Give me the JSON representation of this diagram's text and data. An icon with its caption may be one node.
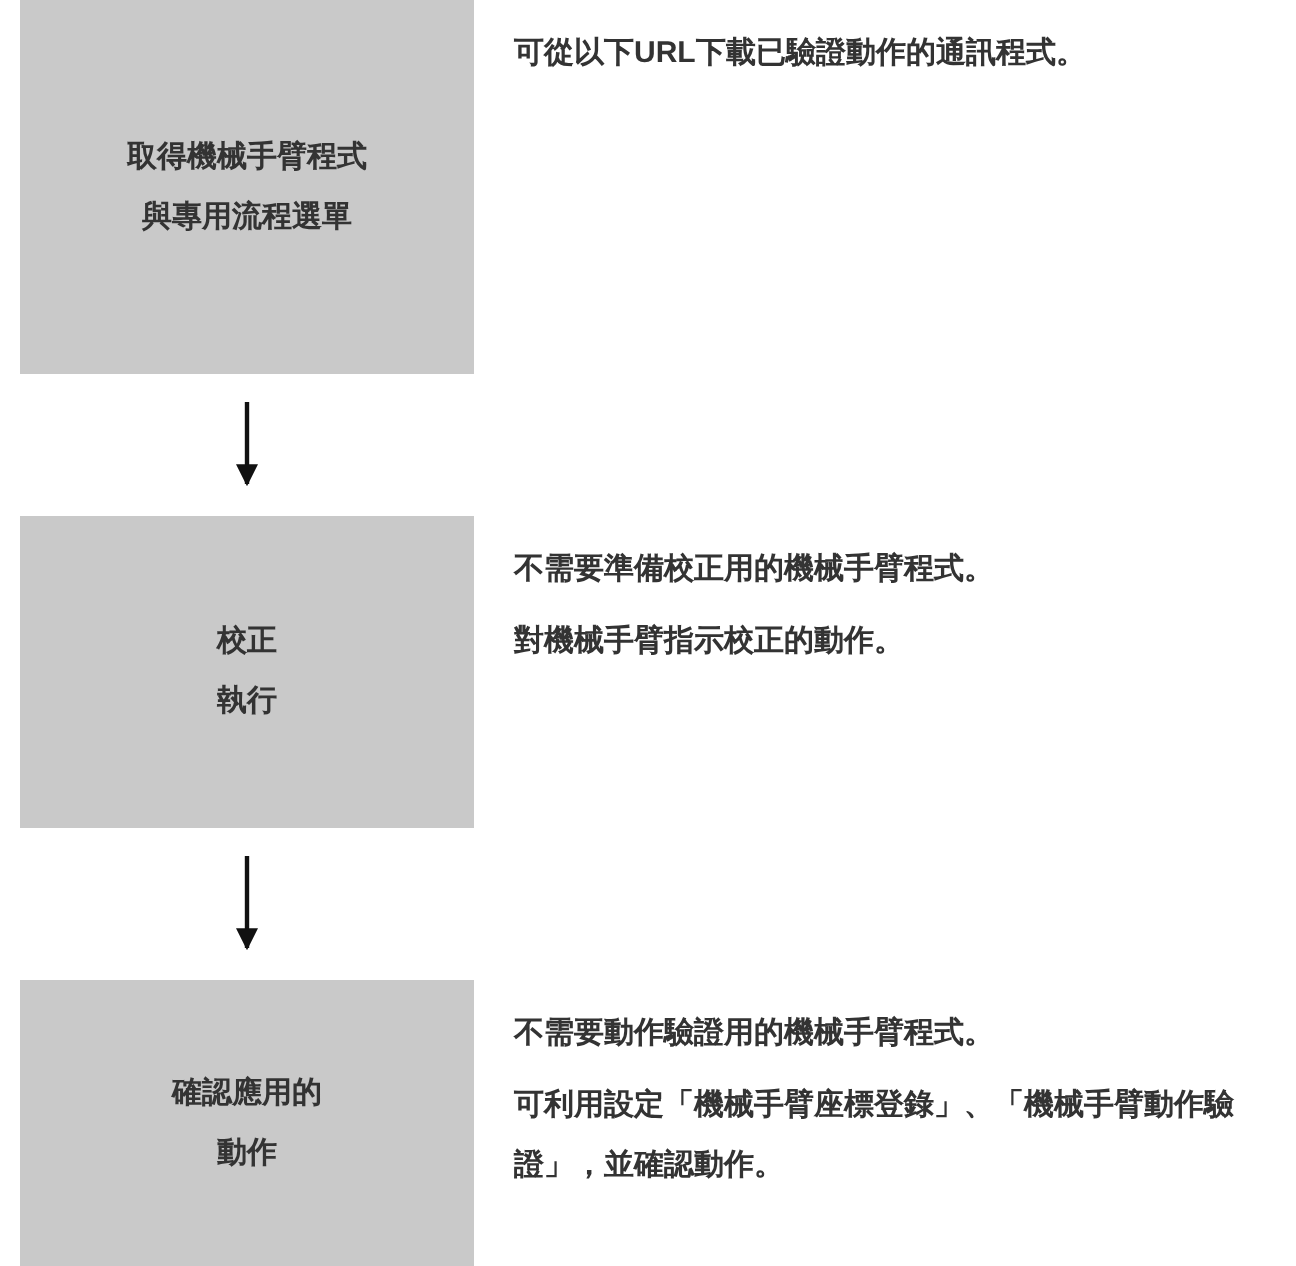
{
  "diagram": {
    "nodes": [
      {
        "text": [
          "取得機械手臂程式與專用流程選單"
        ],
        "beside": [
          "可從以下URL下載已驗證動作的通訊程式。"
        ]
      },
      {
        "text": [
          "校正執行"
        ],
        "beside": [
          "不需要準備校正用的機械手臂程式。",
          "對機械手臂指示校正的動作。"
        ]
      },
      {
        "text": [
          "確認應用的動作"
        ],
        "beside": [
          "不需要動作驗證用的機械手臂程式。",
          "可利用設定「機械手臂座標登錄」、「機械手臂動作驗證」，並確認動作。"
        ]
      }
    ],
    "edges": [
      {
        "from": 0,
        "to": 1,
        "arrow": "to"
      },
      {
        "from": 1,
        "to": 2,
        "arrow": "to"
      }
    ]
  }
}
